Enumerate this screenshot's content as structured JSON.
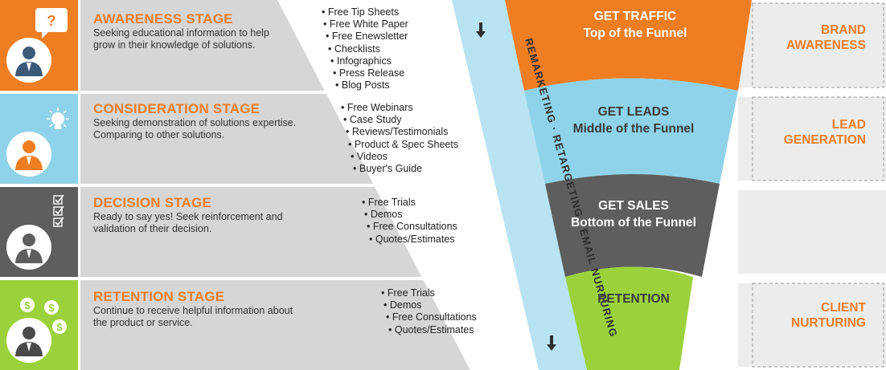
{
  "stages": [
    {
      "title": "AWARENESS STAGE",
      "desc_lines": [
        "Seeking educational information to help",
        "grow in their knowledge of solutions."
      ],
      "bullets": [
        "Free Tip Sheets",
        "Free White Paper",
        "Free Enewsletter",
        "Checklists",
        "Infographics",
        "Press Release",
        "Blog Posts"
      ],
      "funnel_line1": "GET TRAFFIC",
      "funnel_line2": "Top of the Funnel",
      "outcome_lines": [
        "BRAND",
        "AWARENESS"
      ],
      "icon": "question-bubble-icon",
      "icon_glyph": "?"
    },
    {
      "title": "CONSIDERATION STAGE",
      "desc_lines": [
        "Seeking demonstration of solutions expertise.",
        "Comparing to other solutions."
      ],
      "bullets": [
        "Free Webinars",
        "Case Study",
        "Reviews/Testimonials",
        "Product & Spec Sheets",
        "Videos",
        "Buyer's Guide"
      ],
      "funnel_line1": "GET LEADS",
      "funnel_line2": "Middle of the Funnel",
      "outcome_lines": [
        "LEAD",
        "GENERATION"
      ],
      "icon": "lightbulb-icon"
    },
    {
      "title": "DECISION STAGE",
      "desc_lines": [
        "Ready to say yes! Seek reinforcement and",
        "validation of their decision."
      ],
      "bullets": [
        "Free Trials",
        "Demos",
        "Free Consultations",
        "Quotes/Estimates"
      ],
      "funnel_line1": "GET SALES",
      "funnel_line2": "Bottom of the Funnel",
      "outcome_lines": [],
      "icon": "checklist-icon"
    },
    {
      "title": "RETENTION STAGE",
      "desc_lines": [
        "Continue to receive helpful information about",
        "the product or service."
      ],
      "bullets": [
        "Free Trials",
        "Demos",
        "Free Consultations",
        "Quotes/Estimates"
      ],
      "funnel_line1": "RETENTION",
      "funnel_line2": "",
      "outcome_lines": [
        "CLIENT",
        "NURTURING"
      ],
      "icon": "dollar-coins-icon",
      "icon_glyph": "$"
    }
  ],
  "vertical_label": "REMARKETING · RETARGETING · EMAIL NURTURING",
  "icons": {
    "person": "person-avatar-icon",
    "arrow_down": "arrow-down-icon"
  },
  "colors": {
    "orange": "#ef7d22",
    "blue": "#8fd3ea",
    "blue_strip": "#b8e3f2",
    "gray": "#5e5e5e",
    "green": "#9bd23c",
    "band_gray": "#d6d6d6",
    "band_gray_dark": "#c4c4c4",
    "light_gray": "#ececec",
    "text_dark": "#333333",
    "white": "#ffffff"
  }
}
